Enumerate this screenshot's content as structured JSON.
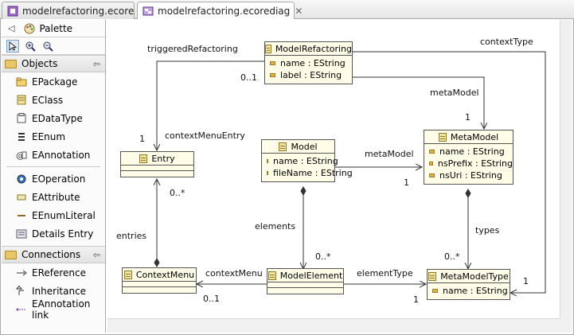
{
  "tabs": [
    {
      "label": "modelrefactoring.ecore",
      "active": false
    },
    {
      "label": "modelrefactoring.ecorediag",
      "active": true
    }
  ],
  "palette": {
    "title": "Palette",
    "objects_label": "Objects",
    "object_items": [
      "EPackage",
      "EClass",
      "EDataType",
      "EEnum",
      "EAnnotation"
    ],
    "object_items2": [
      "EOperation",
      "EAttribute",
      "EEnumLiteral",
      "Details Entry"
    ],
    "connections_label": "Connections",
    "connection_items": [
      "EReference",
      "Inheritance",
      "EAnnotation link"
    ]
  },
  "classes": {
    "model_refactoring": {
      "name": "ModelRefactoring",
      "attrs": [
        "name : EString",
        "label : EString"
      ]
    },
    "meta_model": {
      "name": "MetaModel",
      "attrs": [
        "name : EString",
        "nsPrefix : EString",
        "nsUri : EString"
      ]
    },
    "model": {
      "name": "Model",
      "attrs": [
        "name : EString",
        "fileName : EString"
      ]
    },
    "entry": {
      "name": "Entry"
    },
    "context_menu": {
      "name": "ContextMenu"
    },
    "model_element": {
      "name": "ModelElement"
    },
    "meta_model_type": {
      "name": "MetaModelType",
      "attrs": [
        "name : EString"
      ]
    }
  },
  "labels": {
    "triggered_refactoring": "triggeredRefactoring",
    "context_type": "contextType",
    "meta_model_ref1": "metaModel",
    "meta_model_ref2": "metaModel",
    "context_menu_entry": "contextMenuEntry",
    "elements": "elements",
    "types": "types",
    "entries": "entries",
    "context_menu_ref": "contextMenu",
    "element_type": "elementType",
    "m_0_1_a": "0..1",
    "m_1_a": "1",
    "m_1_b": "1",
    "m_1_c": "1",
    "m_0_star_a": "0..*",
    "m_0_star_b": "0..*",
    "m_0_star_c": "0..*",
    "m_0_1_b": "0..1",
    "m_1_d": "1",
    "m_1_e": "1"
  },
  "colors": {
    "class_fill": "#fffde7",
    "class_border": "#555555",
    "edge": "#333333"
  }
}
